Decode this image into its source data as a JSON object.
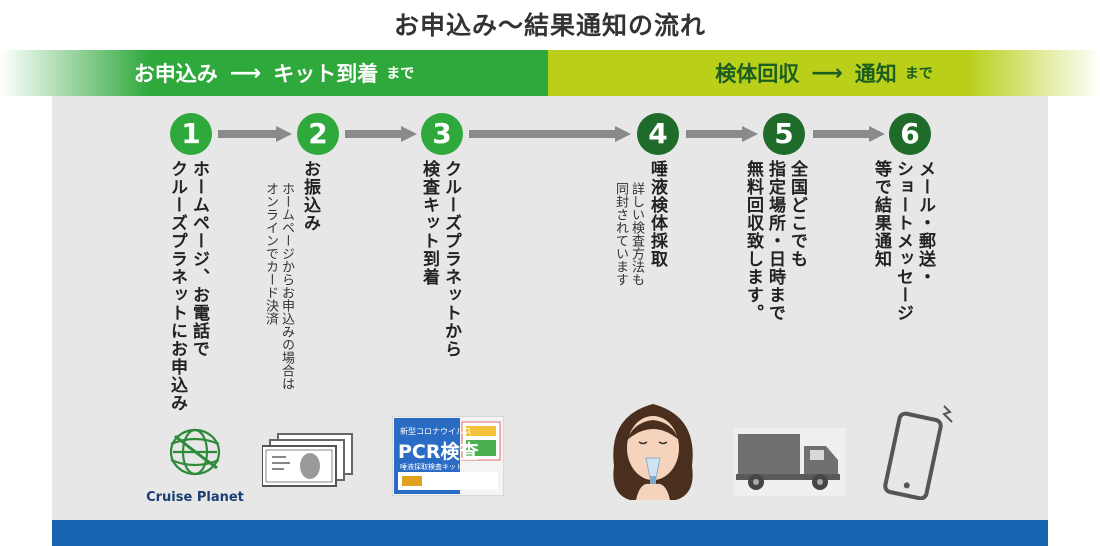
{
  "title": "お申込み〜結果通知の流れ",
  "band_left": {
    "start": "お申込み",
    "end": "キット到着",
    "suffix": "まで"
  },
  "band_right": {
    "start": "検体回収",
    "end": "通知",
    "suffix": "まで"
  },
  "steps": [
    {
      "num": "1",
      "text": "ホームページ、お電話で\nクルーズプラネットにお申込み",
      "sub": "",
      "icon": "globe-logo-icon"
    },
    {
      "num": "2",
      "text": "お振込み",
      "sub": "ホームページからお申込みの場合は\nオンラインでカード決済",
      "icon": "banknotes-icon"
    },
    {
      "num": "3",
      "text": "クルーズプラネットから\n検査キット到着",
      "sub": "",
      "icon": "pcr-kit-box-icon"
    },
    {
      "num": "4",
      "text": "唾液検体採取",
      "sub": "詳しい検査方法も\n同封されています",
      "icon": "saliva-sampling-person-icon"
    },
    {
      "num": "5",
      "text": "全国どこでも\n指定場所・日時まで\n無料回収致します。",
      "sub": "",
      "icon": "delivery-truck-icon"
    },
    {
      "num": "6",
      "text": "メール・郵送・\nショートメッセージ\n等で結果通知",
      "sub": "",
      "icon": "smartphone-icon"
    }
  ],
  "logo_text": "Cruise Planet",
  "kit": {
    "brand": "新型コロナウイルス",
    "name": "PCR検査",
    "desc": "唾液採取検査キット"
  },
  "colors": {
    "green": "#2fa83c",
    "dark_green": "#1f6b2a",
    "lime": "#b9cf1a",
    "blue": "#1565b0",
    "panel": "#e6e7e6"
  }
}
